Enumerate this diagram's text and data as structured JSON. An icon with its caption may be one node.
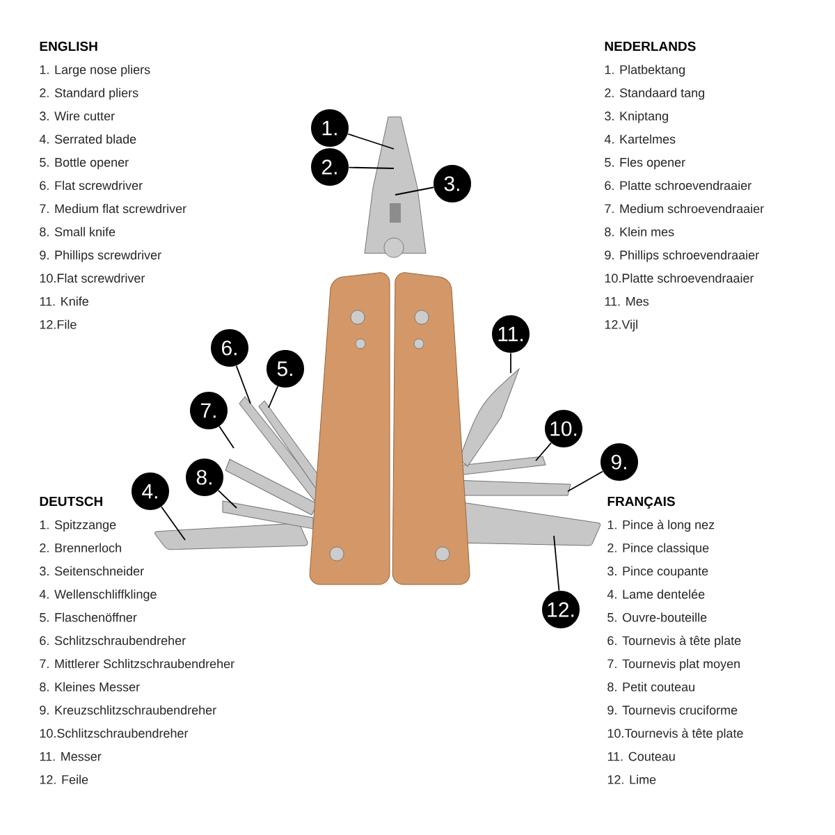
{
  "diagram": {
    "nodes": [
      {
        "text": [
          "1."
        ]
      },
      {
        "text": [
          "2."
        ]
      },
      {
        "text": [
          "3."
        ]
      },
      {
        "text": [
          "4."
        ]
      },
      {
        "text": [
          "5."
        ]
      },
      {
        "text": [
          "6."
        ]
      },
      {
        "text": [
          "7."
        ]
      },
      {
        "text": [
          "8."
        ]
      },
      {
        "text": [
          "9."
        ]
      },
      {
        "text": [
          "10."
        ]
      },
      {
        "text": [
          "11."
        ]
      },
      {
        "text": [
          "12."
        ]
      }
    ],
    "edges": [
      {
        "from": 0,
        "to": null,
        "arrow": "none"
      },
      {
        "from": 1,
        "to": null,
        "arrow": "none"
      },
      {
        "from": 2,
        "to": null,
        "arrow": "none"
      },
      {
        "from": 3,
        "to": null,
        "arrow": "none"
      },
      {
        "from": 4,
        "to": null,
        "arrow": "none"
      },
      {
        "from": 5,
        "to": null,
        "arrow": "none"
      },
      {
        "from": 6,
        "to": null,
        "arrow": "none"
      },
      {
        "from": 7,
        "to": null,
        "arrow": "none"
      },
      {
        "from": 8,
        "to": null,
        "arrow": "none"
      },
      {
        "from": 9,
        "to": null,
        "arrow": "none"
      },
      {
        "from": 10,
        "to": null,
        "arrow": "none"
      },
      {
        "from": 11,
        "to": null,
        "arrow": "none"
      }
    ],
    "labels": [
      "ENGLISH",
      "1. Large nose pliers",
      "2. Standard pliers",
      "3. Wire cutter",
      "4. Serrated blade",
      "5. Bottle opener",
      "6. Flat screwdriver",
      "7. Medium flat screwdriver",
      "8. Small knife",
      "9. Phillips screwdriver",
      "10.Flat screwdriver",
      "11. Knife",
      "12.File",
      "NEDERLANDS",
      "1. Platbektang",
      "2. Standaard tang",
      "3. Kniptang",
      "4. Kartelmes",
      "5. Fles opener",
      "6. Platte schroevendraaier",
      "7. Medium schroevendraaier",
      "8. Klein mes",
      "9. Phillips schroevendraaier",
      "10.Platte schroevendraaier",
      "11. Mes",
      "12.Vijl",
      "DEUTSCH",
      "1. Spitzzange",
      "2. Brennerloch",
      "3. Seitenschneider",
      "4. Wellenschliffklinge",
      "5. Flaschenöffner",
      "6. Schlitzschraubendreher",
      "7. Mittlerer Schlitzschraubendreher",
      "8. Kleines Messer",
      "9. Kreuzschlitzschraubendreher",
      "10.Schlitzschraubendreher",
      "11. Messer",
      "12. Feile",
      "FRANÇAIS",
      "1. Pince à long nez",
      "2. Pince classique",
      "3. Pince coupante",
      "4. Lame dentelée",
      "5. Ouvre-bouteille",
      "6. Tournevis à tête plate",
      "7. Tournevis plat moyen",
      "8. Petit couteau",
      "9. Tournevis cruciforme",
      "10.Tournevis à tête plate",
      "11. Couteau",
      "12. Lime"
    ]
  }
}
